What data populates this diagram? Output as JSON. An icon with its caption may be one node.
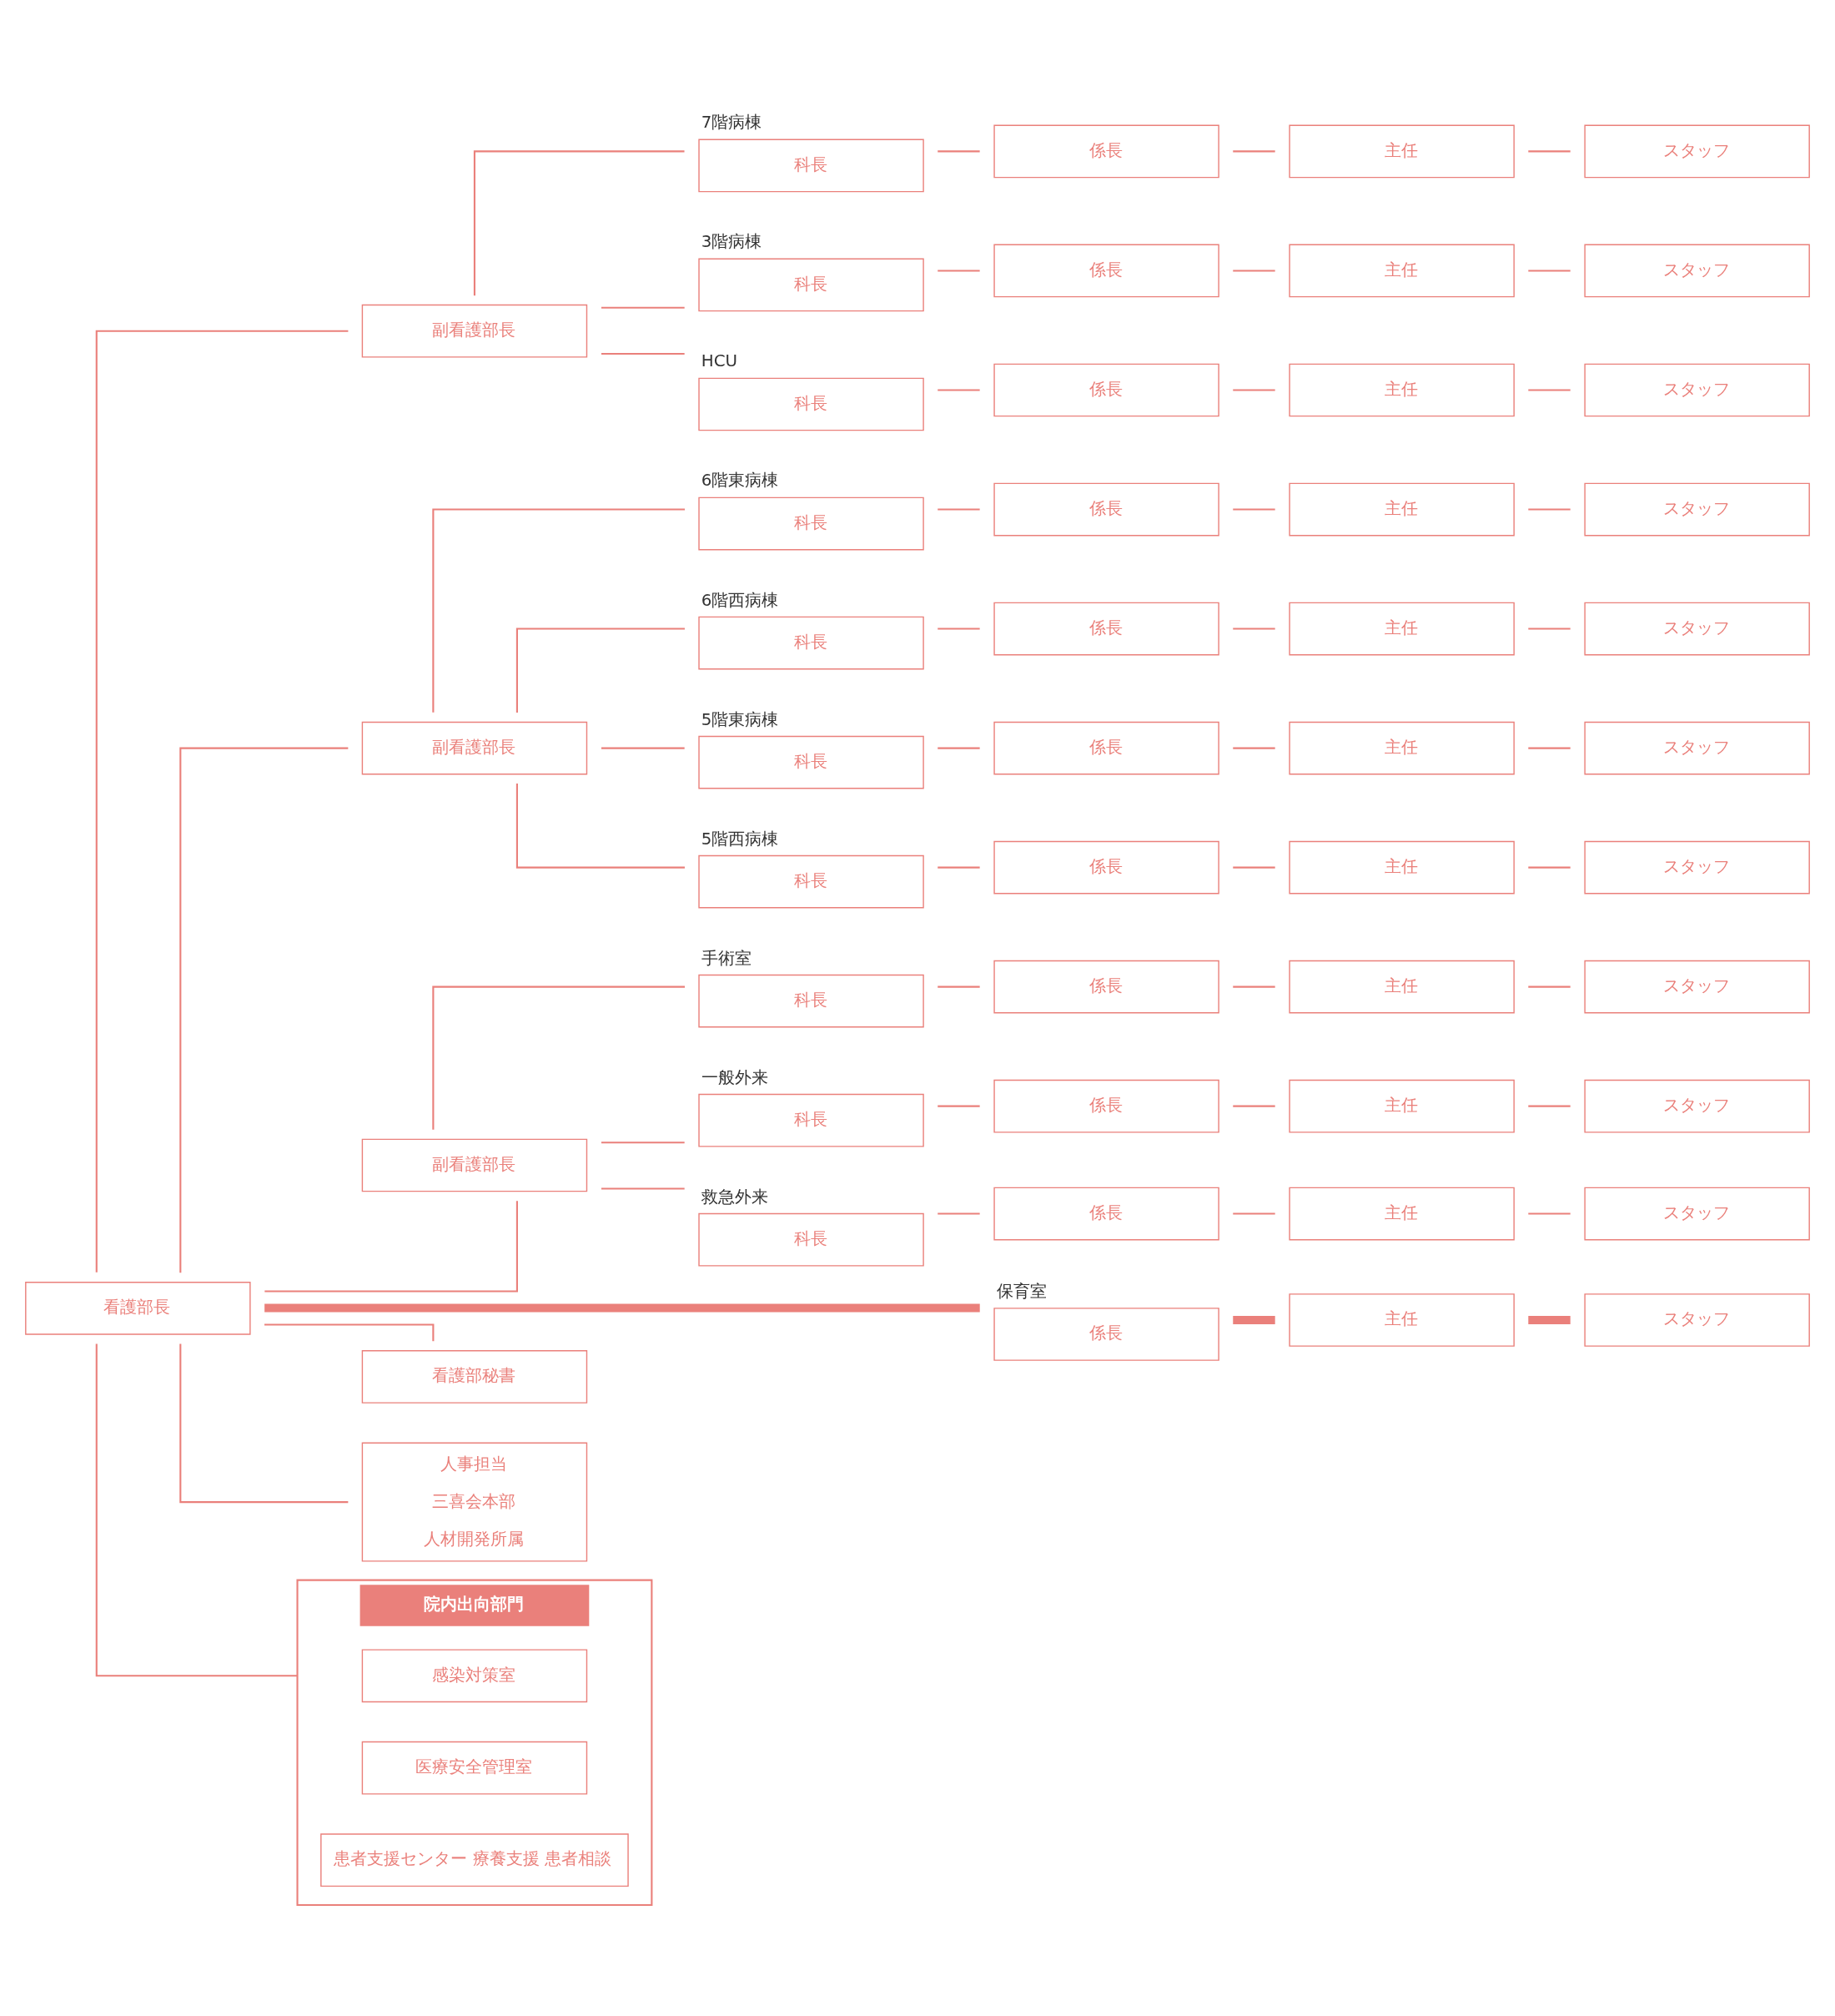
{
  "diagram": {
    "nodes": [
      {
        "text": [
          "看護部長"
        ]
      },
      {
        "text": [
          "副看護部長"
        ]
      },
      {
        "text": [
          "副看護部長"
        ]
      },
      {
        "text": [
          "副看護部長"
        ]
      },
      {
        "text": [
          "科長"
        ],
        "beside": [
          "7階病棟"
        ]
      },
      {
        "text": [
          "係長"
        ]
      },
      {
        "text": [
          "主任"
        ]
      },
      {
        "text": [
          "スタッフ"
        ]
      },
      {
        "text": [
          "科長"
        ],
        "beside": [
          "3階病棟"
        ]
      },
      {
        "text": [
          "係長"
        ]
      },
      {
        "text": [
          "主任"
        ]
      },
      {
        "text": [
          "スタッフ"
        ]
      },
      {
        "text": [
          "科長"
        ],
        "beside": [
          "HCU"
        ]
      },
      {
        "text": [
          "係長"
        ]
      },
      {
        "text": [
          "主任"
        ]
      },
      {
        "text": [
          "スタッフ"
        ]
      },
      {
        "text": [
          "科長"
        ],
        "beside": [
          "6階東病棟"
        ]
      },
      {
        "text": [
          "係長"
        ]
      },
      {
        "text": [
          "主任"
        ]
      },
      {
        "text": [
          "スタッフ"
        ]
      },
      {
        "text": [
          "科長"
        ],
        "beside": [
          "6階西病棟"
        ]
      },
      {
        "text": [
          "係長"
        ]
      },
      {
        "text": [
          "主任"
        ]
      },
      {
        "text": [
          "スタッフ"
        ]
      },
      {
        "text": [
          "科長"
        ],
        "beside": [
          "5階東病棟"
        ]
      },
      {
        "text": [
          "係長"
        ]
      },
      {
        "text": [
          "主任"
        ]
      },
      {
        "text": [
          "スタッフ"
        ]
      },
      {
        "text": [
          "科長"
        ],
        "beside": [
          "5階西病棟"
        ]
      },
      {
        "text": [
          "係長"
        ]
      },
      {
        "text": [
          "主任"
        ]
      },
      {
        "text": [
          "スタッフ"
        ]
      },
      {
        "text": [
          "科長"
        ],
        "beside": [
          "手術室"
        ]
      },
      {
        "text": [
          "係長"
        ]
      },
      {
        "text": [
          "主任"
        ]
      },
      {
        "text": [
          "スタッフ"
        ]
      },
      {
        "text": [
          "科長"
        ],
        "beside": [
          "一般外来"
        ]
      },
      {
        "text": [
          "係長"
        ]
      },
      {
        "text": [
          "主任"
        ]
      },
      {
        "text": [
          "スタッフ"
        ]
      },
      {
        "text": [
          "科長"
        ],
        "beside": [
          "救急外来"
        ]
      },
      {
        "text": [
          "係長"
        ]
      },
      {
        "text": [
          "主任"
        ]
      },
      {
        "text": [
          "スタッフ"
        ]
      },
      {
        "text": [
          "係長"
        ],
        "beside": [
          "保育室"
        ]
      },
      {
        "text": [
          "主任"
        ]
      },
      {
        "text": [
          "スタッフ"
        ]
      },
      {
        "text": [
          "看護部秘書"
        ]
      },
      {
        "text": [
          "人事担当",
          "三喜会本部",
          "人材開発所属"
        ]
      },
      {
        "text": [
          "院内出向部門"
        ]
      },
      {
        "text": [
          "感染対策室"
        ],
        "in": 49
      },
      {
        "text": [
          "医療安全管理室"
        ],
        "in": 49
      },
      {
        "text": [
          "患者支援センター 療養支援 患者相談"
        ],
        "in": 49
      }
    ],
    "edges": [
      {
        "from": 0,
        "to": 1,
        "arrow": "none"
      },
      {
        "from": 0,
        "to": 2,
        "arrow": "none"
      },
      {
        "from": 0,
        "to": 3,
        "arrow": "none"
      },
      {
        "from": 1,
        "to": 4,
        "arrow": "none"
      },
      {
        "from": 4,
        "to": 5,
        "arrow": "none"
      },
      {
        "from": 5,
        "to": 6,
        "arrow": "none"
      },
      {
        "from": 6,
        "to": 7,
        "arrow": "none"
      },
      {
        "from": 1,
        "to": 8,
        "arrow": "none"
      },
      {
        "from": 8,
        "to": 9,
        "arrow": "none"
      },
      {
        "from": 9,
        "to": 10,
        "arrow": "none"
      },
      {
        "from": 10,
        "to": 11,
        "arrow": "none"
      },
      {
        "from": 1,
        "to": 12,
        "arrow": "none"
      },
      {
        "from": 12,
        "to": 13,
        "arrow": "none"
      },
      {
        "from": 13,
        "to": 14,
        "arrow": "none"
      },
      {
        "from": 14,
        "to": 15,
        "arrow": "none"
      },
      {
        "from": 2,
        "to": 16,
        "arrow": "none"
      },
      {
        "from": 16,
        "to": 17,
        "arrow": "none"
      },
      {
        "from": 17,
        "to": 18,
        "arrow": "none"
      },
      {
        "from": 18,
        "to": 19,
        "arrow": "none"
      },
      {
        "from": 2,
        "to": 20,
        "arrow": "none"
      },
      {
        "from": 20,
        "to": 21,
        "arrow": "none"
      },
      {
        "from": 21,
        "to": 22,
        "arrow": "none"
      },
      {
        "from": 22,
        "to": 23,
        "arrow": "none"
      },
      {
        "from": 2,
        "to": 24,
        "arrow": "none"
      },
      {
        "from": 24,
        "to": 25,
        "arrow": "none"
      },
      {
        "from": 25,
        "to": 26,
        "arrow": "none"
      },
      {
        "from": 26,
        "to": 27,
        "arrow": "none"
      },
      {
        "from": 2,
        "to": 28,
        "arrow": "none"
      },
      {
        "from": 28,
        "to": 29,
        "arrow": "none"
      },
      {
        "from": 29,
        "to": 30,
        "arrow": "none"
      },
      {
        "from": 30,
        "to": 31,
        "arrow": "none"
      },
      {
        "from": 3,
        "to": 32,
        "arrow": "none"
      },
      {
        "from": 32,
        "to": 33,
        "arrow": "none"
      },
      {
        "from": 33,
        "to": 34,
        "arrow": "none"
      },
      {
        "from": 34,
        "to": 35,
        "arrow": "none"
      },
      {
        "from": 3,
        "to": 36,
        "arrow": "none"
      },
      {
        "from": 36,
        "to": 37,
        "arrow": "none"
      },
      {
        "from": 37,
        "to": 38,
        "arrow": "none"
      },
      {
        "from": 38,
        "to": 39,
        "arrow": "none"
      },
      {
        "from": 3,
        "to": 40,
        "arrow": "none"
      },
      {
        "from": 40,
        "to": 41,
        "arrow": "none"
      },
      {
        "from": 41,
        "to": 42,
        "arrow": "none"
      },
      {
        "from": 42,
        "to": 43,
        "arrow": "none"
      },
      {
        "from": 0,
        "to": 44,
        "arrow": "none",
        "style": "thick"
      },
      {
        "from": 44,
        "to": 45,
        "arrow": "none",
        "style": "thick"
      },
      {
        "from": 45,
        "to": 46,
        "arrow": "none",
        "style": "thick"
      },
      {
        "from": 0,
        "to": 47,
        "arrow": "none"
      },
      {
        "from": 0,
        "to": 48,
        "arrow": "none"
      },
      {
        "from": 0,
        "to": 49,
        "arrow": "none"
      }
    ]
  }
}
